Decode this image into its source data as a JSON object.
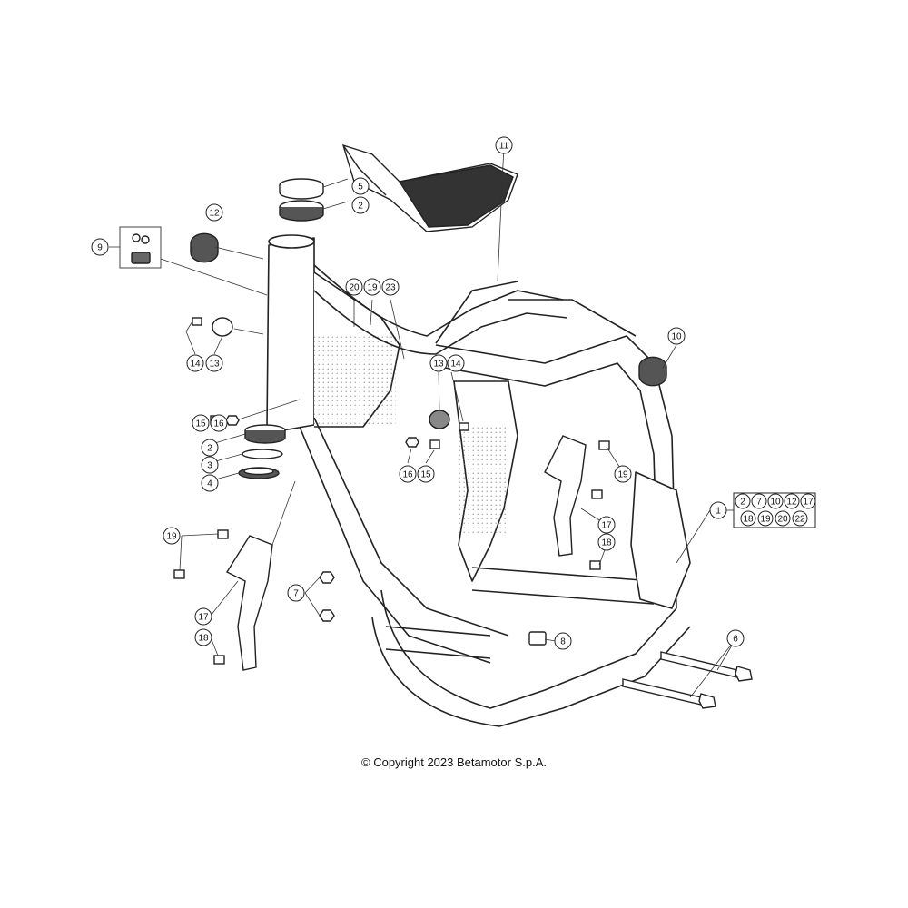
{
  "diagram": {
    "copyright": "© Copyright 2023 Betamotor S.p.A.",
    "callouts": [
      "1",
      "2",
      "3",
      "4",
      "5",
      "6",
      "7",
      "8",
      "9",
      "10",
      "11",
      "12",
      "13",
      "14",
      "15",
      "16",
      "17",
      "18",
      "19",
      "20",
      "22",
      "23"
    ],
    "kit_box": {
      "label": "1",
      "items": [
        "2",
        "7",
        "10",
        "12",
        "17",
        "18",
        "19",
        "20",
        "22"
      ]
    }
  }
}
